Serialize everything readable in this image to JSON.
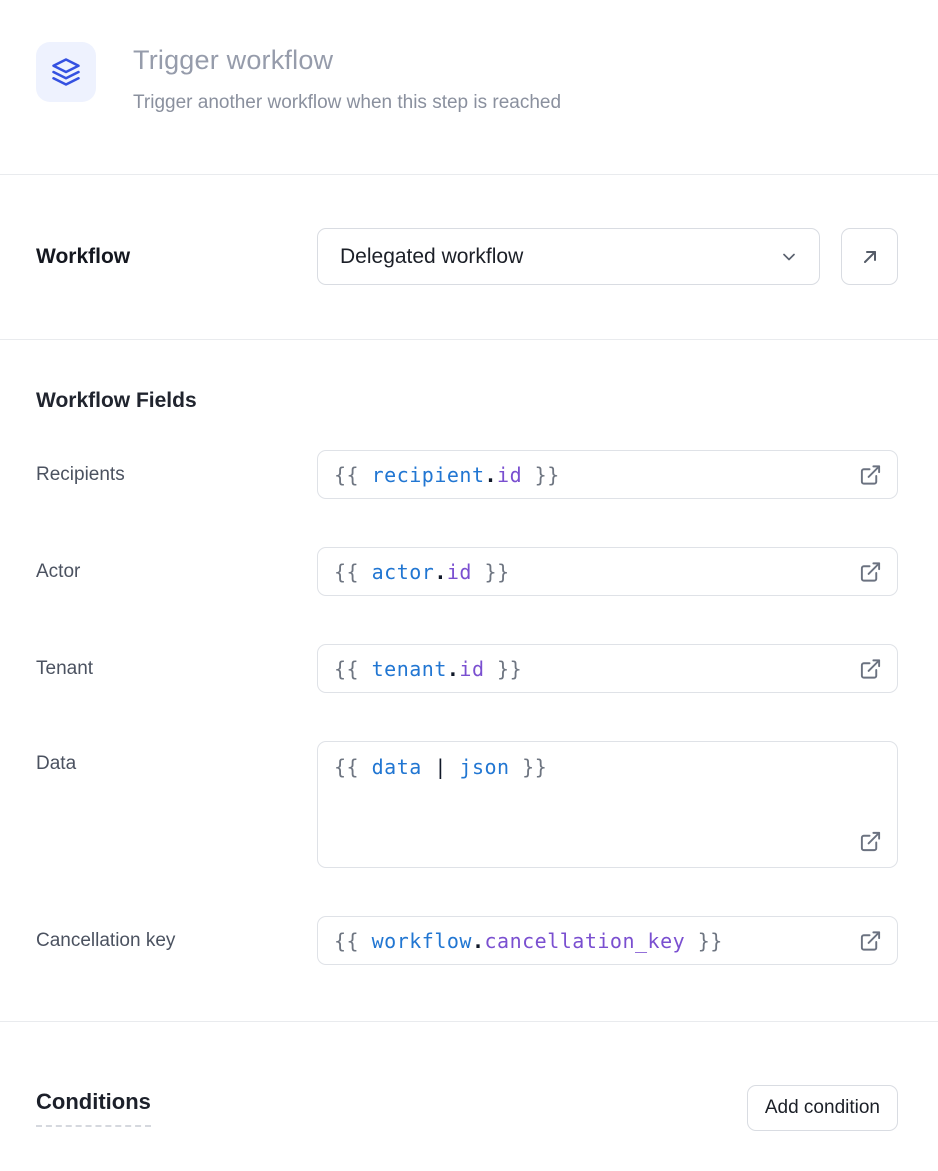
{
  "header": {
    "icon": "layers-icon",
    "icon_color": "#3451e1",
    "icon_bg": "#eef2fe",
    "title": "Trigger workflow",
    "subtitle": "Trigger another workflow when this step is reached"
  },
  "workflow_row": {
    "label": "Workflow",
    "selected_option": "Delegated workflow",
    "open_button_icon": "arrow-up-right-icon"
  },
  "fields_section": {
    "heading": "Workflow Fields",
    "fields": [
      {
        "label": "Recipients",
        "multiline": false,
        "tokens": [
          {
            "text": "{{ ",
            "type": "punct"
          },
          {
            "text": "recipient",
            "type": "var"
          },
          {
            "text": ".",
            "type": "dot"
          },
          {
            "text": "id",
            "type": "prop"
          },
          {
            "text": " }}",
            "type": "punct"
          }
        ]
      },
      {
        "label": "Actor",
        "multiline": false,
        "tokens": [
          {
            "text": "{{ ",
            "type": "punct"
          },
          {
            "text": "actor",
            "type": "var"
          },
          {
            "text": ".",
            "type": "dot"
          },
          {
            "text": "id",
            "type": "prop"
          },
          {
            "text": " }}",
            "type": "punct"
          }
        ]
      },
      {
        "label": "Tenant",
        "multiline": false,
        "tokens": [
          {
            "text": "{{ ",
            "type": "punct"
          },
          {
            "text": "tenant",
            "type": "var"
          },
          {
            "text": ".",
            "type": "dot"
          },
          {
            "text": "id",
            "type": "prop"
          },
          {
            "text": " }}",
            "type": "punct"
          }
        ]
      },
      {
        "label": "Data",
        "multiline": true,
        "tokens": [
          {
            "text": "{{ ",
            "type": "punct"
          },
          {
            "text": "data",
            "type": "var"
          },
          {
            "text": " ",
            "type": "punct"
          },
          {
            "text": "|",
            "type": "pipe"
          },
          {
            "text": " ",
            "type": "punct"
          },
          {
            "text": "json",
            "type": "var"
          },
          {
            "text": " }}",
            "type": "punct"
          }
        ]
      },
      {
        "label": "Cancellation key",
        "multiline": false,
        "tokens": [
          {
            "text": "{{ ",
            "type": "punct"
          },
          {
            "text": "workflow",
            "type": "var"
          },
          {
            "text": ".",
            "type": "dot"
          },
          {
            "text": "cancellation_key",
            "type": "prop"
          },
          {
            "text": " }}",
            "type": "punct"
          }
        ]
      }
    ],
    "external_link_icon": "external-link-icon"
  },
  "conditions_section": {
    "heading": "Conditions",
    "add_button_label": "Add condition"
  },
  "colors": {
    "syntax_blue": "#2176d2",
    "syntax_purple": "#7a4fd0",
    "syntax_gray": "#6e7581",
    "divider": "#e9ebee",
    "border": "#d9dce2",
    "title_gray": "#969cab"
  }
}
